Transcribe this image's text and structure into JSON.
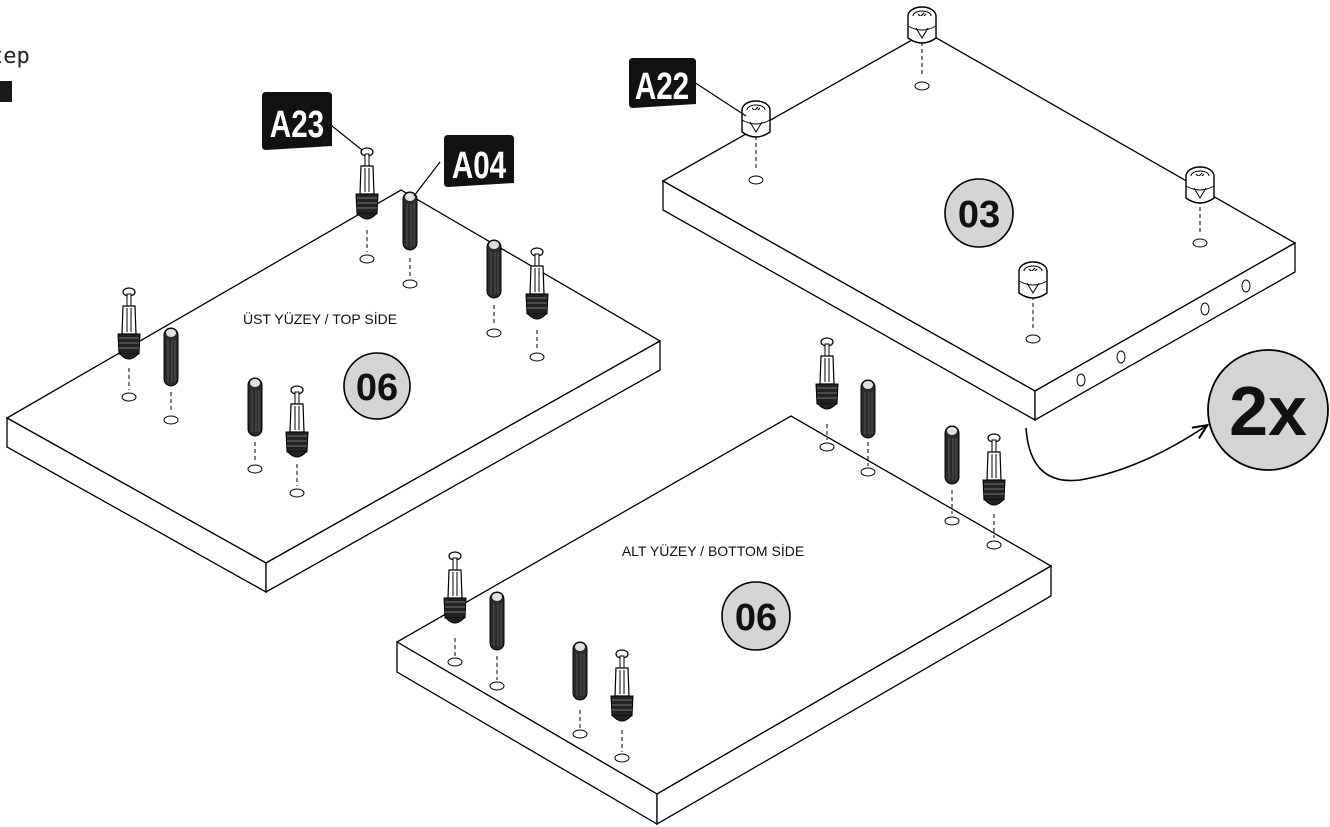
{
  "header": {
    "step_word": "tep"
  },
  "labels": {
    "a23": "A23",
    "a04": "A04",
    "a22": "A22",
    "top_side": "ÜST YÜZEY / TOP SİDE",
    "bottom_side": "ALT YÜZEY / BOTTOM SİDE",
    "panel_top": "06",
    "panel_bottom": "06",
    "panel_03": "03",
    "multiplier": "2x"
  }
}
